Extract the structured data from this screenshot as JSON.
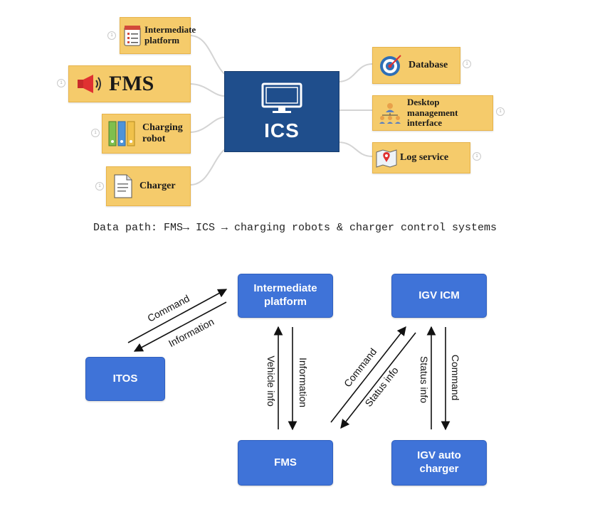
{
  "mindmap": {
    "center": {
      "label": "ICS",
      "icon": "monitor-icon"
    },
    "left_nodes": [
      {
        "label": "Intermediate platform",
        "icon": "form-icon"
      },
      {
        "label": "FMS",
        "icon": "megaphone-icon"
      },
      {
        "label": "Charging robot",
        "icon": "binders-icon"
      },
      {
        "label": "Charger",
        "icon": "document-icon"
      }
    ],
    "right_nodes": [
      {
        "label": "Database",
        "icon": "target-icon"
      },
      {
        "label": "Desktop management interface",
        "icon": "org-chart-icon"
      },
      {
        "label": "Log service",
        "icon": "map-pin-icon"
      }
    ]
  },
  "caption": "Data path: FMS→ ICS → charging robots & charger control systems",
  "flow": {
    "nodes": {
      "intermediate": "Intermediate platform",
      "igv_icm": "IGV ICM",
      "itos": "ITOS",
      "fms": "FMS",
      "igv_charger": "IGV auto charger"
    },
    "edges": {
      "itos_to_intermediate": "Command",
      "intermediate_to_itos": "Information",
      "fms_to_intermediate": "Vehicle info",
      "intermediate_to_fms": "Information",
      "fms_to_icm": "Command",
      "icm_to_fms": "Status info",
      "charger_to_icm": "Status info",
      "icm_to_charger": "Command"
    }
  },
  "colors": {
    "node_fill": "#f5cb6b",
    "ics_fill": "#1f4e8c",
    "flow_box": "#3f73d8",
    "connector": "#d9d9d9"
  }
}
